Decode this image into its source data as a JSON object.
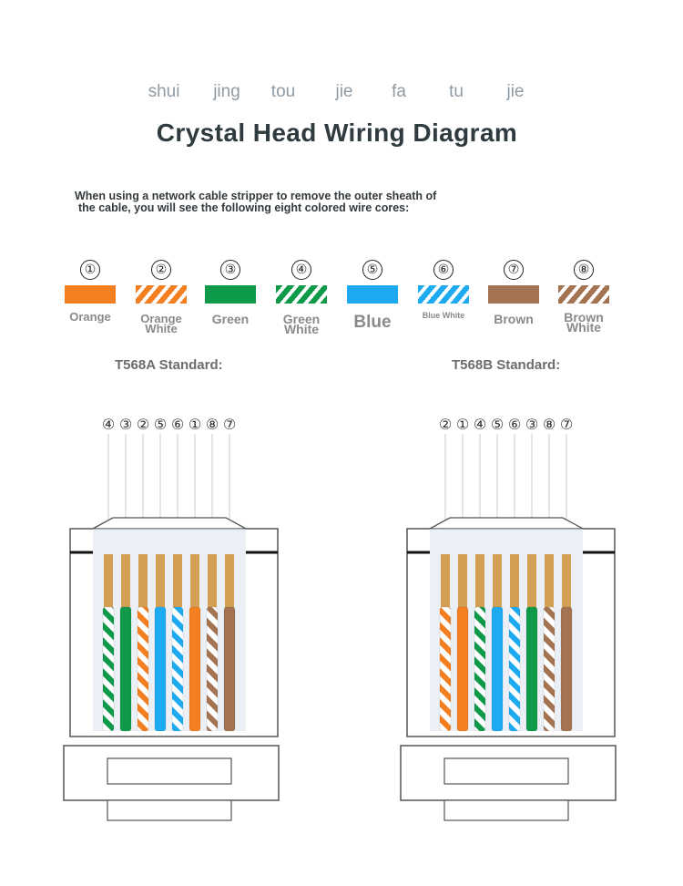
{
  "pinyin": [
    "shui",
    "jing",
    "tou",
    "jie",
    "fa",
    "tu",
    "jie"
  ],
  "title": "Crystal Head Wiring Diagram",
  "intro": {
    "line1": "When using a network cable stripper to remove the outer sheath of",
    "line2": "the cable, you will see the following eight colored wire cores:"
  },
  "wires": [
    {
      "num": "①",
      "label1": "Orange",
      "label2": "",
      "color": "#f47f20",
      "striped": false
    },
    {
      "num": "②",
      "label1": "Orange",
      "label2": "White",
      "color": "#f47f20",
      "striped": true
    },
    {
      "num": "③",
      "label1": "Green",
      "label2": "",
      "color": "#0f9a49",
      "striped": false
    },
    {
      "num": "④",
      "label1": "Green",
      "label2": "White",
      "color": "#0f9a49",
      "striped": true
    },
    {
      "num": "⑤",
      "label1": "Blue",
      "label2": "",
      "color": "#1eaaf1",
      "striped": false
    },
    {
      "num": "⑥",
      "label1": "Blue White",
      "label2": "",
      "color": "#1eaaf1",
      "striped": true
    },
    {
      "num": "⑦",
      "label1": "Brown",
      "label2": "",
      "color": "#a47452",
      "striped": false
    },
    {
      "num": "⑧",
      "label1": "Brown",
      "label2": "White",
      "color": "#a47452",
      "striped": true
    }
  ],
  "standards": [
    {
      "label": "T568A Standard:",
      "order": [
        "④",
        "③",
        "②",
        "⑤",
        "⑥",
        "①",
        "⑧",
        "⑦"
      ]
    },
    {
      "label": "T568B Standard:",
      "order": [
        "②",
        "①",
        "④",
        "⑤",
        "⑥",
        "③",
        "⑧",
        "⑦"
      ]
    }
  ],
  "colors": {
    "title": "#2f3b3f",
    "pinyin": "#8f9aa3",
    "label_gray": "#8a8a8a",
    "copper": "#d2a055",
    "connector_outline": "#555555",
    "connector_fill": "#d9e4ec"
  }
}
